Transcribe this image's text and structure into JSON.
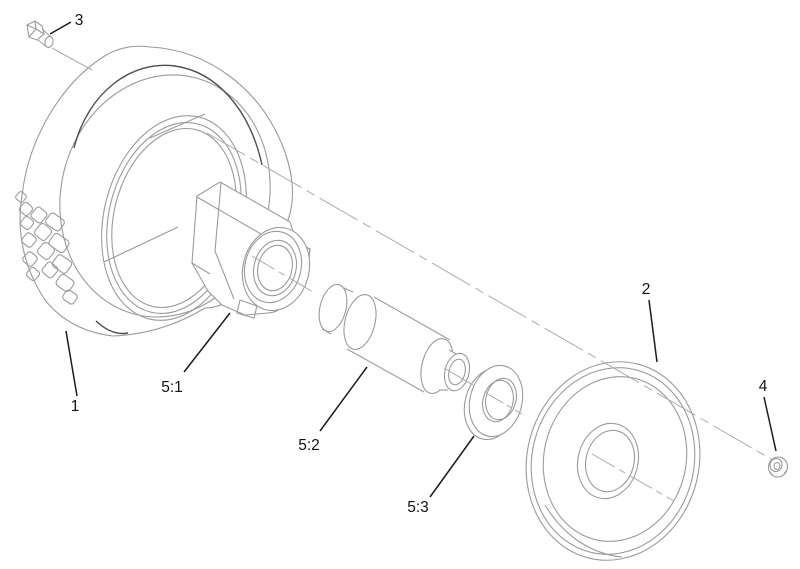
{
  "diagram": {
    "background_color": "#ffffff",
    "line_color": "#9b9b9b",
    "dark_line_color": "#4f4f4f",
    "centerline_color": "#ababab",
    "callout_text_color": "#111111",
    "callouts": [
      {
        "label": "1"
      },
      {
        "label": "2"
      },
      {
        "label": "3"
      },
      {
        "label": "4"
      },
      {
        "label": "5:1"
      },
      {
        "label": "5:2"
      },
      {
        "label": "5:3"
      }
    ]
  }
}
